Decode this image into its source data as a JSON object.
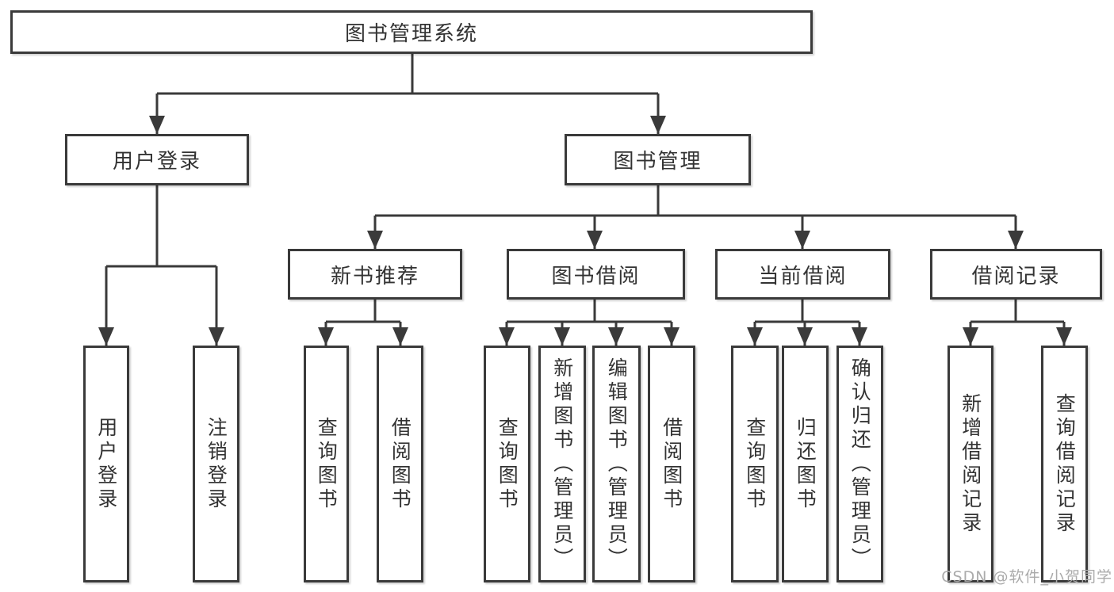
{
  "diagram": {
    "root": {
      "label": "图书管理系统"
    },
    "branches": [
      {
        "label": "用户登录",
        "children": [
          {
            "label": "用户登录"
          },
          {
            "label": "注销登录"
          }
        ]
      },
      {
        "label": "图书管理",
        "children": [
          {
            "label": "新书推荐",
            "children": [
              {
                "label": "查询图书"
              },
              {
                "label": "借阅图书"
              }
            ]
          },
          {
            "label": "图书借阅",
            "children": [
              {
                "label": "查询图书"
              },
              {
                "label": "新增图书（管理员）"
              },
              {
                "label": "编辑图书（管理员）"
              },
              {
                "label": "借阅图书"
              }
            ]
          },
          {
            "label": "当前借阅",
            "children": [
              {
                "label": "查询图书"
              },
              {
                "label": "归还图书"
              },
              {
                "label": "确认归还（管理员）"
              }
            ]
          },
          {
            "label": "借阅记录",
            "children": [
              {
                "label": "新增借阅记录"
              },
              {
                "label": "查询借阅记录"
              }
            ]
          }
        ]
      }
    ]
  },
  "watermark": {
    "text": "CSDN @软件_小贺同学"
  },
  "colors": {
    "line": "#3a3a3a",
    "border": "#3a3a3a",
    "text": "#333333",
    "watermark": "#ababab",
    "background": "#ffffff"
  }
}
